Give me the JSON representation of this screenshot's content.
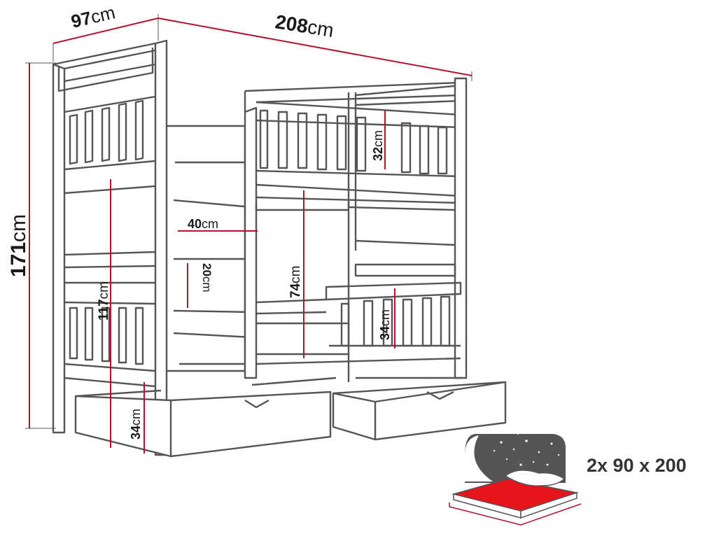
{
  "dimensions": {
    "depth": {
      "value": "97",
      "unit": "cm"
    },
    "length": {
      "value": "208",
      "unit": "cm"
    },
    "height": {
      "value": "171",
      "unit": "cm"
    },
    "ladder_width": {
      "value": "40",
      "unit": "cm"
    },
    "rung_spacing": {
      "value": "20",
      "unit": "cm"
    },
    "lower_bed_height": {
      "value": "117",
      "unit": "cm"
    },
    "bunk_gap": {
      "value": "74",
      "unit": "cm"
    },
    "top_rail": {
      "value": "32",
      "unit": "cm"
    },
    "bottom_rail": {
      "value": "34",
      "unit": "cm"
    },
    "drawer_height": {
      "value": "34",
      "unit": "cm"
    }
  },
  "mattress": {
    "label": "2x 90 x 200"
  },
  "colors": {
    "dimension_line": "#b3122e",
    "outline": "#555555",
    "mattress": "#e8141c",
    "night": "#555555"
  }
}
